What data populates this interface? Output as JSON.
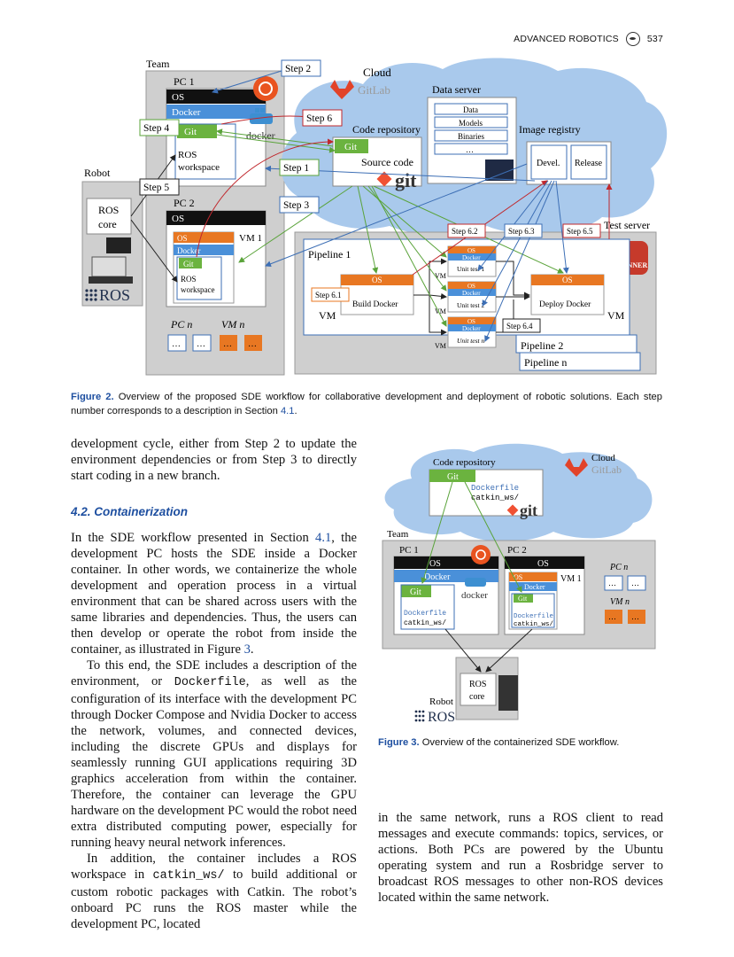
{
  "header": {
    "journal": "ADVANCED ROBOTICS",
    "page": "537"
  },
  "fig2": {
    "caption_label": "Figure 2.",
    "caption_text": "Overview of the proposed SDE workflow for collaborative development and deployment of robotic solutions. Each step number corresponds to a description in Section",
    "caption_ref": "4.1",
    "labels": {
      "team": "Team",
      "pc1": "PC 1",
      "pc2": "PC 2",
      "pcn": "PC n",
      "vmn": "VM n",
      "os": "OS",
      "docker": "Docker",
      "git": "Git",
      "ros_ws_1": "ROS",
      "ros_ws_2": "workspace",
      "vm1": "VM 1",
      "robot": "Robot",
      "ros_core_1": "ROS",
      "ros_core_2": "core",
      "ros": "ROS",
      "cloud": "Cloud",
      "gitlab": "GitLab",
      "data_server": "Data server",
      "data": "Data",
      "models": "Models",
      "binaries": "Binaries",
      "ellipsis": "…",
      "code_repo": "Code repository",
      "source_code": "Source code",
      "git_logo": "git",
      "image_registry": "Image registry",
      "devel": "Devel.",
      "release": "Release",
      "test_server": "Test server",
      "runner": "RUNNER",
      "pipeline1": "Pipeline 1",
      "pipeline2": "Pipeline 2",
      "pipelinen": "Pipeline n",
      "build_docker": "Build Docker",
      "deploy_docker": "Deploy Docker",
      "vm": "VM",
      "unit1": "Unit test 1",
      "unit2": "Unit test 2",
      "unitn": "Unit test n",
      "docker_logo": "docker"
    },
    "steps": {
      "s1": "Step 1",
      "s2": "Step 2",
      "s3": "Step 3",
      "s4": "Step 4",
      "s5": "Step 5",
      "s6": "Step 6",
      "s61": "Step 6.1",
      "s62": "Step 6.2",
      "s63": "Step 6.3",
      "s64": "Step 6.4",
      "s65": "Step 6.5"
    }
  },
  "fig3": {
    "caption_label": "Figure 3.",
    "caption_text": "Overview of the containerized SDE workflow.",
    "labels": {
      "code_repo": "Code repository",
      "cloud": "Cloud",
      "gitlab": "GitLab",
      "git": "Git",
      "dockerfile": "Dockerfile",
      "catkin": "catkin_ws/",
      "git_logo": "git",
      "team": "Team",
      "pc1": "PC 1",
      "pc2": "PC 2",
      "pcn": "PC n",
      "vmn": "VM n",
      "os": "OS",
      "docker": "Docker",
      "vm1": "VM 1",
      "docker_logo": "docker",
      "robot": "Robot",
      "ros_core_1": "ROS",
      "ros_core_2": "core",
      "ros": "ROS",
      "ellipsis": "…"
    }
  },
  "left_col": {
    "p1": "development cycle, either from Step 2 to update the environment dependencies or from Step 3 to directly start coding in a new branch.",
    "section": "4.2.  Containerization",
    "p2a": "In the SDE workflow presented in Section ",
    "p2ref": "4.1",
    "p2b": ", the development PC hosts the SDE inside a Docker container. In other words, we containerize the whole development and operation process in a virtual environment that can be shared across users with the same libraries and dependencies. Thus, the users can then develop or operate the robot from inside the container, as illustrated in Figure ",
    "p2ref2": "3",
    "p2c": ".",
    "p3a": "To this end, the SDE includes a description of the environment, or ",
    "p3code": "Dockerfile",
    "p3b": ", as well as the configuration of its interface with the development PC through Docker Compose and Nvidia Docker to access the network, volumes, and connected devices, including the discrete GPUs and displays for seamlessly running GUI applications requiring 3D graphics acceleration from within the container. Therefore, the container can leverage the GPU hardware on the development PC would the robot need extra distributed computing power, especially for running heavy neural network inferences.",
    "p4a": "In addition, the container includes a ROS workspace in ",
    "p4code": "catkin_ws/",
    "p4b": " to build additional or custom robotic packages with Catkin. The robot’s onboard PC runs the ROS master while the development PC, located"
  },
  "right_col": {
    "p1": "in the same network, runs a ROS client to read messages and execute commands: topics, services, or actions. Both PCs are powered by the Ubuntu operating system and run a Rosbridge server to broadcast ROS messages to other non-ROS devices located within the same network."
  },
  "colors": {
    "os_black": "#111111",
    "docker_blue": "#4a90d9",
    "git_green": "#6bb33f",
    "vm_orange": "#e87722",
    "cloud": "#a9c9ec",
    "gray_panel": "#cfcfcf",
    "link": "#1e4fa0",
    "ubuntu": "#e95420"
  }
}
